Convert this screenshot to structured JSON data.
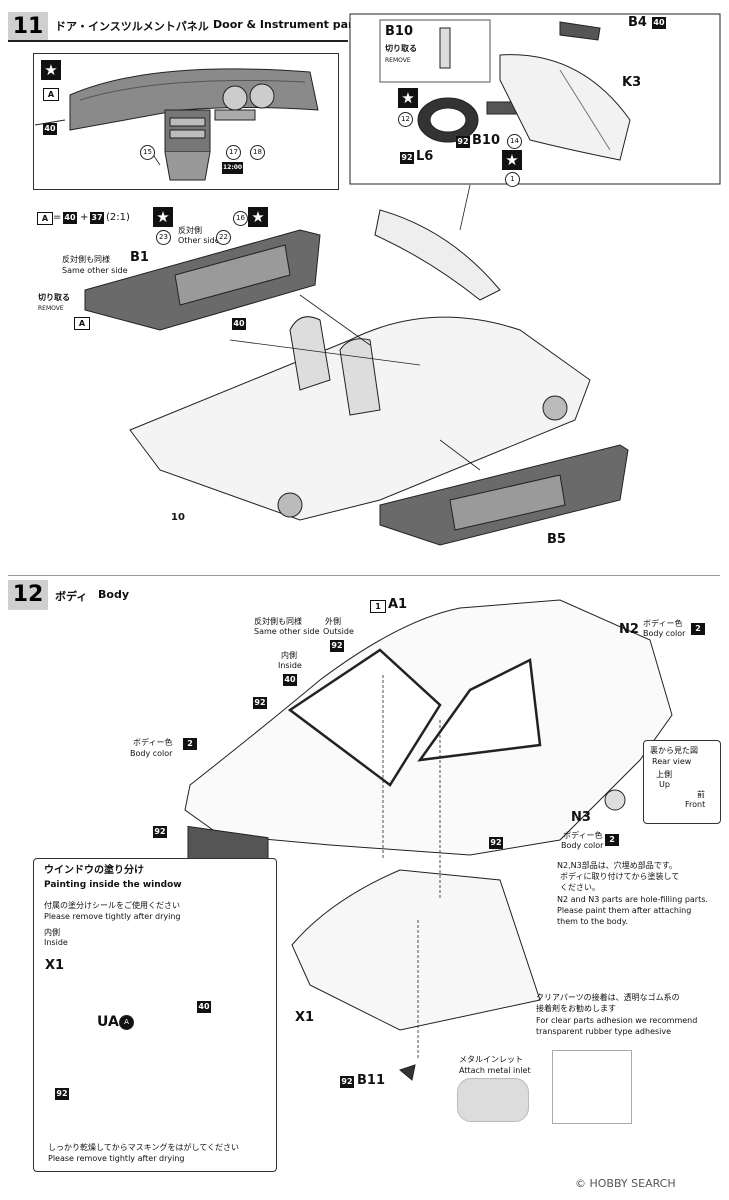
{
  "step11": {
    "number": "11",
    "title_jp": "ドア・インスツルメントパネル",
    "title_en": "Door & Instrument panel",
    "panel": {
      "tag_a": "A",
      "tag_40": "40",
      "parts": [
        "15",
        "17",
        "18"
      ],
      "clock": "12:00"
    },
    "wheel": {
      "b10": "B10",
      "remove_jp": "切り取る",
      "remove_en": "REMOVE",
      "b4": "B4",
      "b4_tag": "40",
      "k3": "K3",
      "p12": "12",
      "p14": "14",
      "l6": "L6",
      "l6_tag": "92",
      "b10b": "B10",
      "b10b_tag": "92",
      "p1": "1"
    },
    "formula": {
      "a": "A",
      "eq": "=",
      "c40": "40",
      "plus": "+",
      "c37": "37",
      "ratio": "(2:1)"
    },
    "door": {
      "p23": "23",
      "p22": "22",
      "p16": "16",
      "other_jp": "反対側",
      "other_en": "Other side",
      "b1": "B1",
      "same_jp": "反対側も同様",
      "same_en": "Same other side",
      "remove_jp": "切り取る",
      "remove_en": "REMOVE",
      "tag_a": "A",
      "tag_40": "40"
    },
    "chassis_num": "10",
    "b5": "B5"
  },
  "step12": {
    "number": "12",
    "title_jp": "ボディ",
    "title_en": "Body",
    "same_jp": "反対側も同様",
    "same_en": "Same other side",
    "a1_num": "1",
    "a1": "A1",
    "outside_jp": "外側",
    "outside_en": "Outside",
    "outside_tag": "92",
    "inside_jp": "内側",
    "inside_en": "Inside",
    "inside_tag": "40",
    "tag92a": "92",
    "body_jp": "ボディー色",
    "body_en": "Body color",
    "body_tag": "2",
    "tag92b": "92",
    "tag92c": "92",
    "n2": "N2",
    "n2_body_jp": "ボディー色",
    "n2_body_en": "Body color",
    "n2_tag": "2",
    "rear": {
      "jp": "裏から見た図",
      "en": "Rear view",
      "up_jp": "上側",
      "up_en": "Up",
      "front_jp": "前",
      "front_en": "Front"
    },
    "n3": "N3",
    "n3_body_jp": "ボディー色",
    "n3_body_en": "Body color",
    "n3_tag": "2",
    "n_note_jp1": "N2,N3部品は、穴埋め部品です。",
    "n_note_jp2": "ボディに取り付けてから塗装して",
    "n_note_jp3": "ください。",
    "n_note_en1": "N2 and N3 parts are hole-filling parts.",
    "n_note_en2": "Please paint them after attaching",
    "n_note_en3": "them to the body.",
    "x1": "X1",
    "clear_jp1": "クリアパーツの接着は、透明なゴム系の",
    "clear_jp2": "接着剤をお勧めします",
    "clear_en1": "For clear parts adhesion we recommend",
    "clear_en2": "transparent rubber type adhesive",
    "b11": "B11",
    "b11_tag": "92",
    "metal_jp": "メタルインレット",
    "metal_en": "Attach metal inlet",
    "window": {
      "title_jp": "ウインドウの塗り分け",
      "title_en": "Painting inside the window",
      "seal_jp": "付属の塗分けシールをご使用ください",
      "seal_en": "Please remove tightly after drying",
      "inside_jp": "内側",
      "inside_en": "Inside",
      "x1": "X1",
      "ua": "UA",
      "ua_mark": "A",
      "tag40": "40",
      "tag92": "92",
      "mask_jp": "しっかり乾燥してからマスキングをはがしてください",
      "mask_en": "Please remove tightly after drying"
    }
  },
  "footer": {
    "text": "© HOBBY SEARCH"
  }
}
